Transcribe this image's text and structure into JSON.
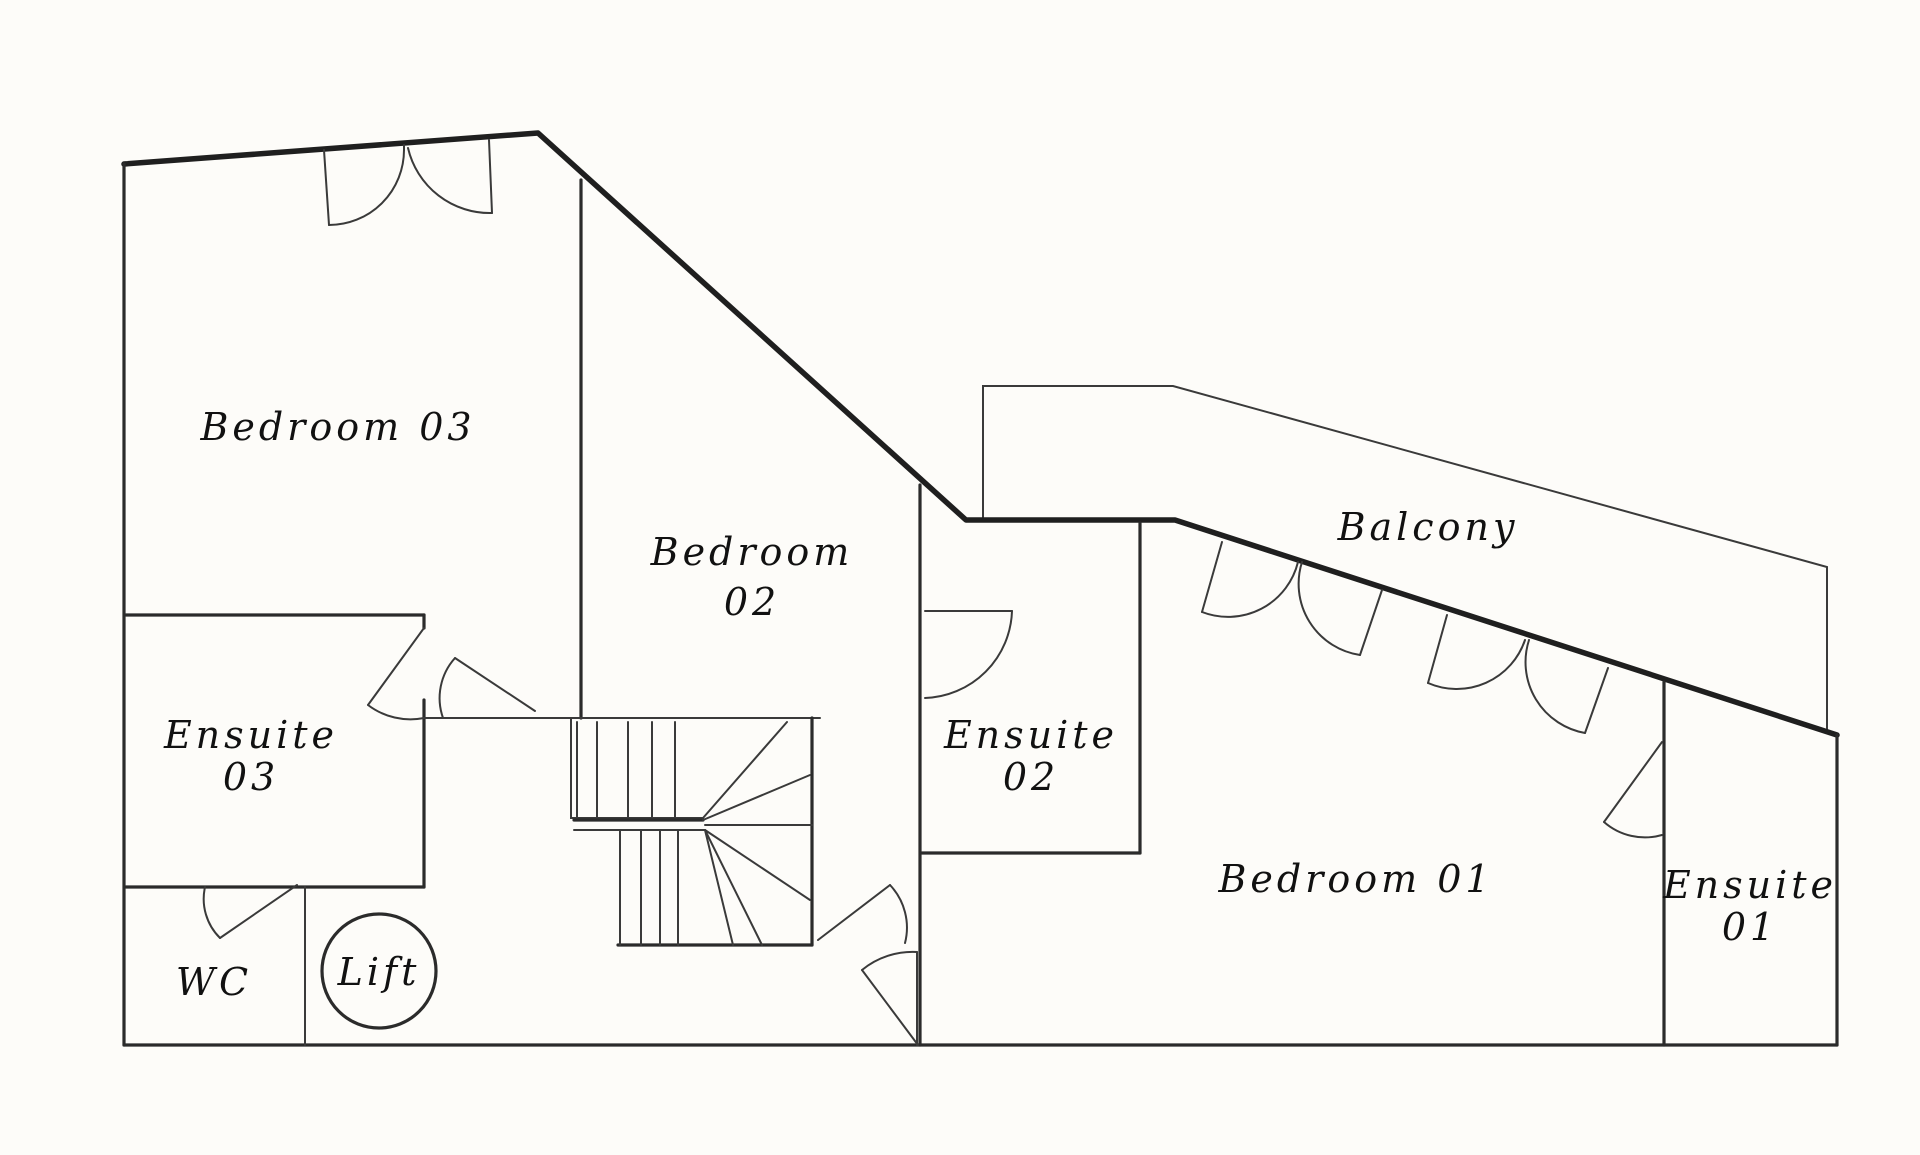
{
  "plan": {
    "rooms": {
      "bedroom_03": {
        "line1": "Bedroom 03"
      },
      "bedroom_02": {
        "line1": "Bedroom",
        "line2": "02"
      },
      "bedroom_01": {
        "line1": "Bedroom 01"
      },
      "ensuite_03": {
        "line1": "Ensuite",
        "line2": "03"
      },
      "ensuite_02": {
        "line1": "Ensuite",
        "line2": "02"
      },
      "ensuite_01": {
        "line1": "Ensuite",
        "line2": "01"
      },
      "balcony": {
        "line1": "Balcony"
      },
      "wc": {
        "line1": "WC"
      },
      "lift": {
        "line1": "Lift"
      }
    },
    "colors": {
      "paper": "#fdfcf9",
      "ink": "#1f1f1f"
    }
  }
}
